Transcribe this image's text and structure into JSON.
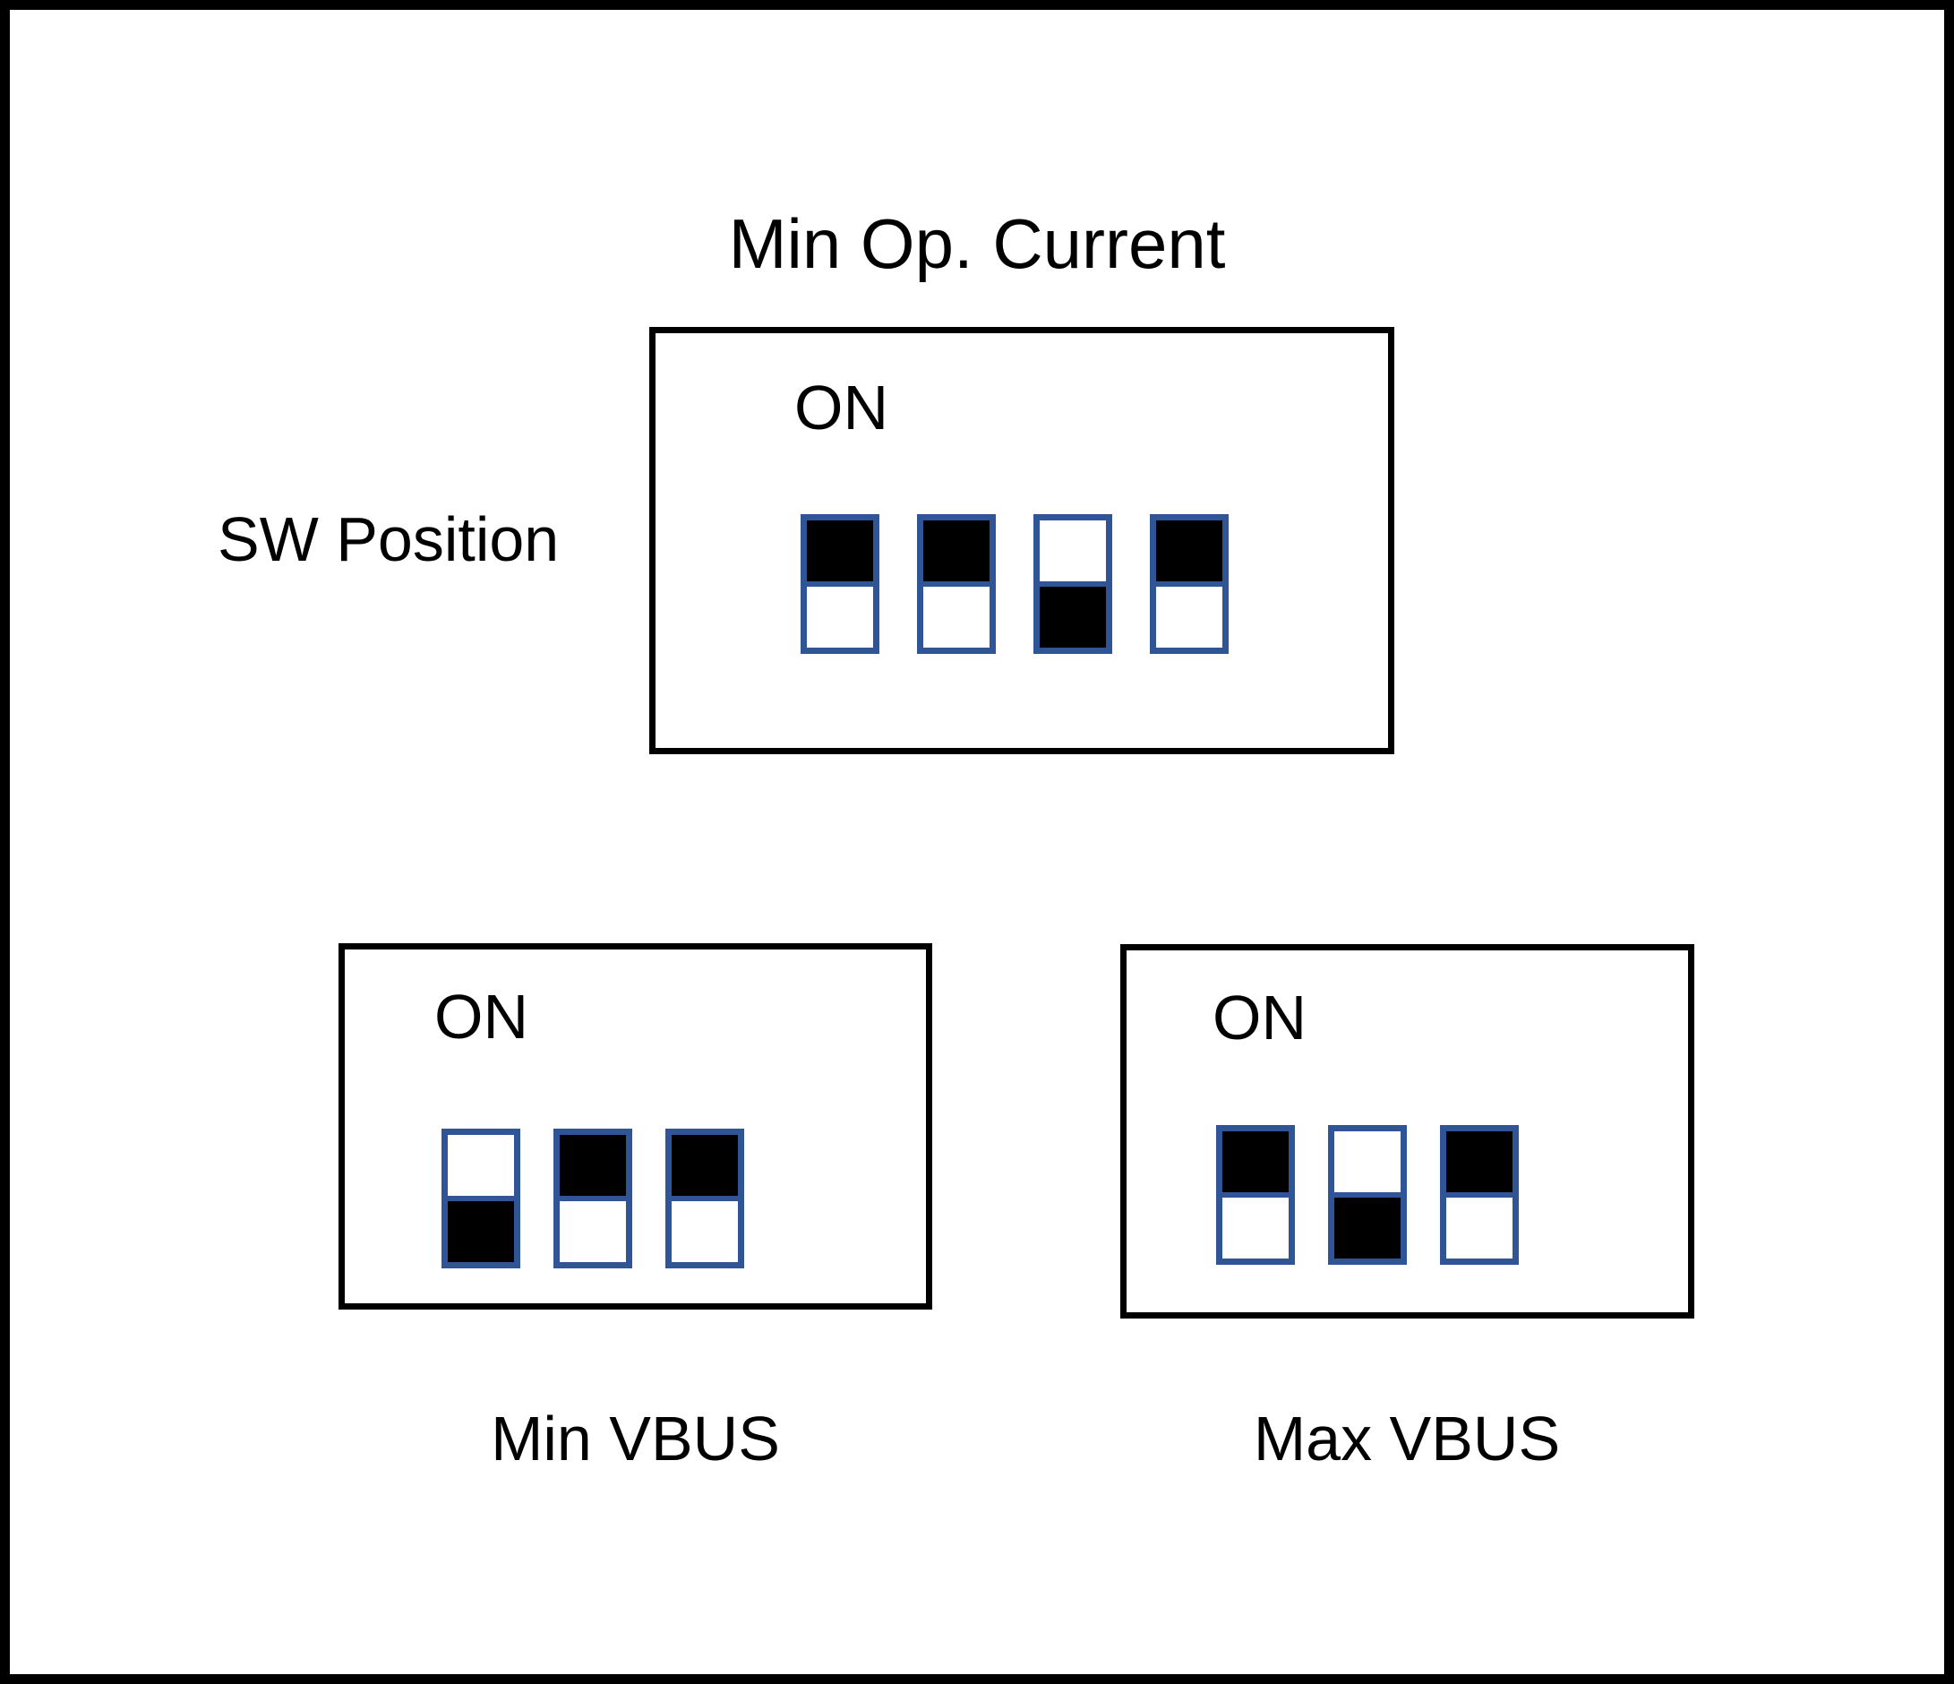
{
  "diagram": {
    "title": "Min Op. Current",
    "row_label": "SW Position",
    "on_label": "ON",
    "colors": {
      "switch_border": "#2f5597",
      "switch_fill": "#000000",
      "panel_border": "#000000",
      "frame_border": "#000000",
      "background": "#ffffff",
      "text": "#000000"
    },
    "panels": [
      {
        "id": "min-op-current",
        "caption": "Min Op. Current",
        "caption_position": "above",
        "on_label": "ON",
        "switch_count": 4,
        "switches": [
          {
            "index": 1,
            "state": "ON",
            "filled_half": "top"
          },
          {
            "index": 2,
            "state": "ON",
            "filled_half": "top"
          },
          {
            "index": 3,
            "state": "OFF",
            "filled_half": "bottom"
          },
          {
            "index": 4,
            "state": "ON",
            "filled_half": "top"
          }
        ]
      },
      {
        "id": "min-vbus",
        "caption": "Min VBUS",
        "caption_position": "below",
        "on_label": "ON",
        "switch_count": 3,
        "switches": [
          {
            "index": 1,
            "state": "OFF",
            "filled_half": "bottom"
          },
          {
            "index": 2,
            "state": "ON",
            "filled_half": "top"
          },
          {
            "index": 3,
            "state": "ON",
            "filled_half": "top"
          }
        ]
      },
      {
        "id": "max-vbus",
        "caption": "Max VBUS",
        "caption_position": "below",
        "on_label": "ON",
        "switch_count": 3,
        "switches": [
          {
            "index": 1,
            "state": "ON",
            "filled_half": "top"
          },
          {
            "index": 2,
            "state": "OFF",
            "filled_half": "bottom"
          },
          {
            "index": 3,
            "state": "ON",
            "filled_half": "top"
          }
        ]
      }
    ]
  }
}
